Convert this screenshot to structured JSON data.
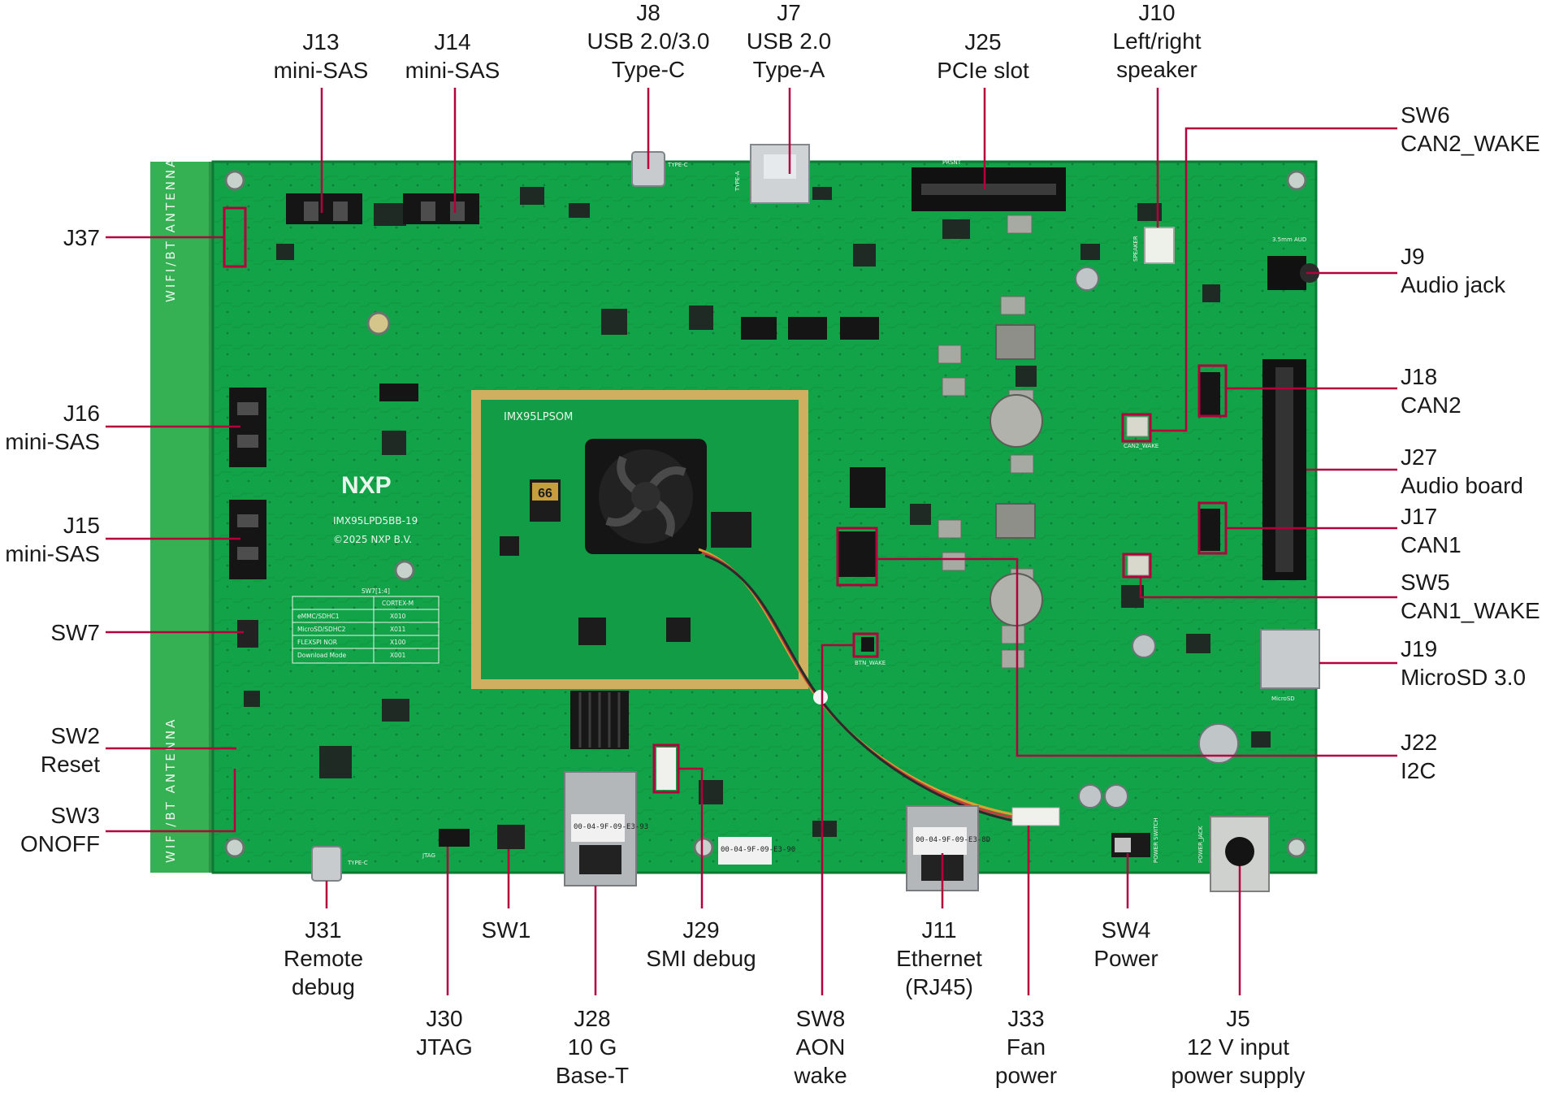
{
  "colors": {
    "board": "#11a247",
    "board_dark": "#0d8a3b",
    "antenna": "#35b052",
    "leader": "#b3003c",
    "text": "#1a1a1a",
    "som": "#c9a954"
  },
  "board": {
    "antenna_label": "WIFI/BT ANTENNA",
    "logo": "NXP",
    "som_marking": "IMX95LPSOM",
    "part_number": "IMX95LPD5BB-19",
    "copyright": "©2025 NXP B.V.",
    "chip_marking": "66",
    "mac_label_1": "00-04-9F-09-E3-93",
    "mac_label_2": "00-04-9F-09-E3-90",
    "mac_label_3": "00-04-9F-09-E3-8D",
    "sw7_table": {
      "title": "SW7[1:4]",
      "header": "CORTEX-M",
      "rows": [
        [
          "eMMC/SDHC1",
          "X010"
        ],
        [
          "MicroSD/SDHC2",
          "X011"
        ],
        [
          "FLEXSPI NOR",
          "X100"
        ],
        [
          "Download Mode",
          "X001"
        ]
      ]
    },
    "silk_small": {
      "usb_c": "TYPE-C",
      "usb_a": "TYPE-A",
      "prsnt": "PRSNT",
      "speaker": "SPEAKER",
      "audio_jack": "3.5mm AUD",
      "can2_wake": "CAN2_WAKE",
      "btn_wake": "BTN_WAKE",
      "microsd": "MicroSD",
      "power_switch": "POWER SWITCH",
      "power_jack": "POWER_JACK",
      "jtag": "JTAG",
      "type_c_bottom": "TYPE-C"
    }
  },
  "callouts": {
    "j13": {
      "id": "J13",
      "desc": [
        "mini-SAS"
      ]
    },
    "j14": {
      "id": "J14",
      "desc": [
        "mini-SAS"
      ]
    },
    "j8": {
      "id": "J8",
      "desc": [
        "USB 2.0/3.0",
        "Type-C"
      ]
    },
    "j7": {
      "id": "J7",
      "desc": [
        "USB 2.0",
        "Type-A"
      ]
    },
    "j25": {
      "id": "J25",
      "desc": [
        "PCIe slot"
      ]
    },
    "j10": {
      "id": "J10",
      "desc": [
        "Left/right",
        "speaker"
      ]
    },
    "sw6": {
      "id": "SW6",
      "desc": [
        "CAN2_WAKE"
      ]
    },
    "j9": {
      "id": "J9",
      "desc": [
        "Audio jack"
      ]
    },
    "j18": {
      "id": "J18",
      "desc": [
        "CAN2"
      ]
    },
    "j27": {
      "id": "J27",
      "desc": [
        "Audio board"
      ]
    },
    "j17": {
      "id": "J17",
      "desc": [
        "CAN1"
      ]
    },
    "sw5": {
      "id": "SW5",
      "desc": [
        "CAN1_WAKE"
      ]
    },
    "j19": {
      "id": "J19",
      "desc": [
        "MicroSD 3.0"
      ]
    },
    "j22": {
      "id": "J22",
      "desc": [
        "I2C"
      ]
    },
    "j37": {
      "id": "J37",
      "desc": []
    },
    "j16": {
      "id": "J16",
      "desc": [
        "mini-SAS"
      ]
    },
    "j15": {
      "id": "J15",
      "desc": [
        "mini-SAS"
      ]
    },
    "sw7": {
      "id": "SW7",
      "desc": []
    },
    "sw2": {
      "id": "SW2",
      "desc": [
        "Reset"
      ]
    },
    "sw3": {
      "id": "SW3",
      "desc": [
        "ONOFF"
      ]
    },
    "j31": {
      "id": "J31",
      "desc": [
        "Remote",
        "debug"
      ]
    },
    "sw1": {
      "id": "SW1",
      "desc": []
    },
    "j29": {
      "id": "J29",
      "desc": [
        "SMI debug"
      ]
    },
    "j11": {
      "id": "J11",
      "desc": [
        "Ethernet",
        "(RJ45)"
      ]
    },
    "sw4": {
      "id": "SW4",
      "desc": [
        "Power"
      ]
    },
    "j30": {
      "id": "J30",
      "desc": [
        "JTAG"
      ]
    },
    "j28": {
      "id": "J28",
      "desc": [
        "10 G",
        "Base-T"
      ]
    },
    "sw8": {
      "id": "SW8",
      "desc": [
        "AON",
        "wake"
      ]
    },
    "j33": {
      "id": "J33",
      "desc": [
        "Fan",
        "power"
      ]
    },
    "j5": {
      "id": "J5",
      "desc": [
        "12 V input",
        "power supply"
      ]
    }
  }
}
